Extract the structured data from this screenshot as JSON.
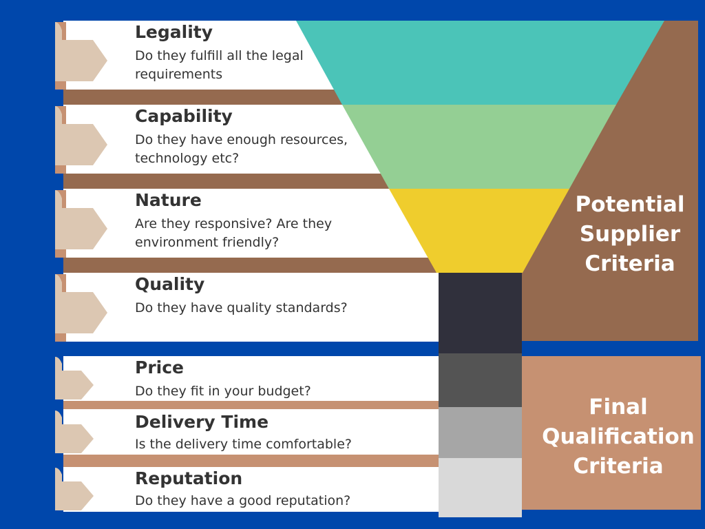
{
  "colors": {
    "background": "#0047AB",
    "potential_panel": "#956A4F",
    "final_panel": "#C69172",
    "funnel_teal": "#4BC4B8",
    "funnel_green": "#94CF94",
    "funnel_yellow": "#EFCD2D",
    "bar_dark": "#30303C",
    "bar_gray": "#545454",
    "bar_light": "#A6A6A6",
    "bar_lightest": "#D9D9D9",
    "tab": "#DCC7B2"
  },
  "potential_label": [
    "Potential",
    "Supplier",
    "Criteria"
  ],
  "final_label": [
    "Final",
    "Qualification",
    "Criteria"
  ],
  "criteria": [
    {
      "title": "Legality",
      "desc": "Do they fulfill all the legal requirements"
    },
    {
      "title": "Capability",
      "desc": "Do they have enough resources, technology etc?"
    },
    {
      "title": "Nature",
      "desc": "Are they responsive? Are they environment friendly?"
    },
    {
      "title": "Quality",
      "desc": "Do they have quality standards?"
    },
    {
      "title": "Price",
      "desc": "Do they fit in your budget?"
    },
    {
      "title": "Delivery Time",
      "desc": "Is the delivery time comfortable?"
    },
    {
      "title": "Reputation",
      "desc": "Do they have a good reputation?"
    }
  ]
}
